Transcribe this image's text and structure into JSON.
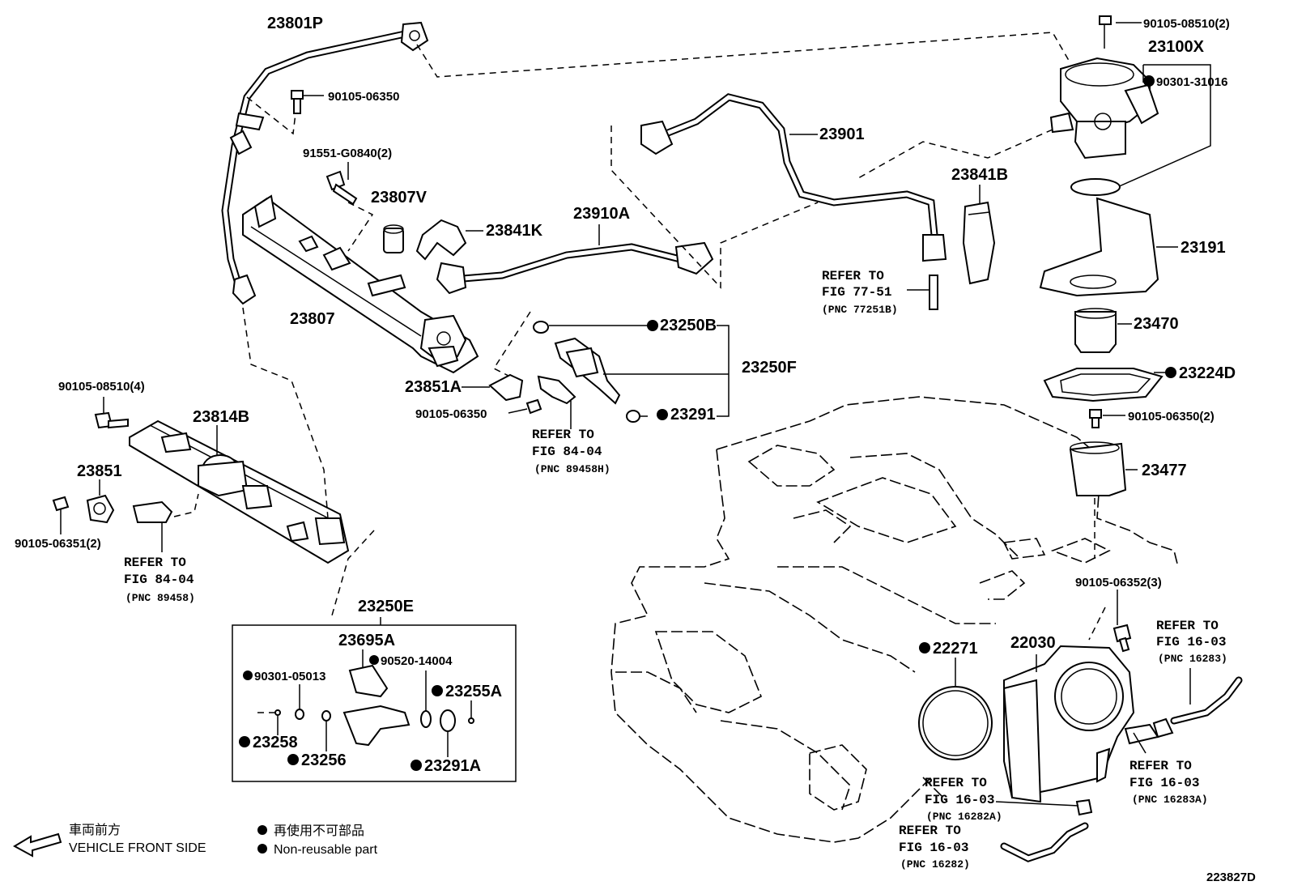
{
  "diagram_id": "223827D",
  "legend": {
    "front_jp": "車両前方",
    "front_en": "VEHICLE FRONT SIDE",
    "nonreuse_jp": "再使用不可部品",
    "nonreuse_en": "Non-reusable part"
  },
  "parts": {
    "p23801P": "23801P",
    "p90105_06350_top": "90105-06350",
    "p91551": "91551-G0840(2)",
    "p23807V": "23807V",
    "p23841K": "23841K",
    "p23910A": "23910A",
    "p23901": "23901",
    "p23841B": "23841B",
    "p23100X": "23100X",
    "p90105_08510_2": "90105-08510(2)",
    "p90301_31016": "90301-31016",
    "p23191": "23191",
    "p23807": "23807",
    "p23250B": "23250B",
    "p23250F": "23250F",
    "p23470": "23470",
    "p23224D": "23224D",
    "p23851A": "23851A",
    "p90105_06350_mid": "90105-06350",
    "p23291": "23291",
    "p90105_06350_2": "90105-06350(2)",
    "p23477": "23477",
    "p90105_08510_4": "90105-08510(4)",
    "p23814B": "23814B",
    "p23851": "23851",
    "p90105_06351": "90105-06351(2)",
    "p90105_06352": "90105-06352(3)",
    "p23250E": "23250E",
    "p23695A": "23695A",
    "p90520": "90520-14004",
    "p90301_05013": "90301-05013",
    "p23255A": "23255A",
    "p23258": "23258",
    "p23256": "23256",
    "p23291A": "23291A",
    "p22271": "22271",
    "p22030": "22030"
  },
  "refs": {
    "r77_51": {
      "l1": "REFER TO",
      "l2": "FIG 77-51",
      "pnc": "(PNC 77251B)"
    },
    "r84_04_H": {
      "l1": "REFER TO",
      "l2": "FIG 84-04",
      "pnc": "(PNC 89458H)"
    },
    "r84_04": {
      "l1": "REFER TO",
      "l2": "FIG 84-04",
      "pnc": "(PNC 89458)"
    },
    "r16283": {
      "l1": "REFER TO",
      "l2": "FIG 16-03",
      "pnc": "(PNC 16283)"
    },
    "r16283A": {
      "l1": "REFER TO",
      "l2": "FIG 16-03",
      "pnc": "(PNC 16283A)"
    },
    "r16282A": {
      "l1": "REFER TO",
      "l2": "FIG 16-03",
      "pnc": "(PNC 16282A)"
    },
    "r16282": {
      "l1": "REFER TO",
      "l2": "FIG 16-03",
      "pnc": "(PNC 16282)"
    }
  }
}
